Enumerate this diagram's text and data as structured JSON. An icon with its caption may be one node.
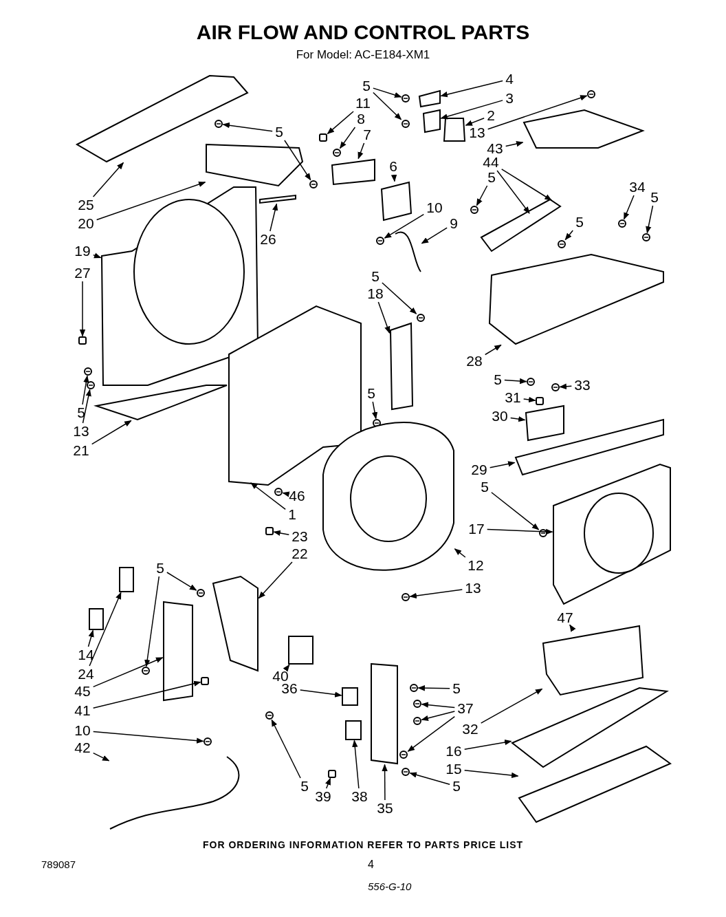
{
  "diagram": {
    "title": "AIR FLOW AND CONTROL PARTS",
    "caption": "For Model: AC-E184-XM1",
    "nodes": [
      {
        "text": [
          "5"
        ]
      },
      {
        "text": [
          "4"
        ]
      },
      {
        "text": [
          "3"
        ]
      },
      {
        "text": [
          "2"
        ]
      },
      {
        "text": [
          "11"
        ]
      },
      {
        "text": [
          "8"
        ]
      },
      {
        "text": [
          "7"
        ]
      },
      {
        "text": [
          "6"
        ]
      },
      {
        "text": [
          "13"
        ]
      },
      {
        "text": [
          "43"
        ]
      },
      {
        "text": [
          "44"
        ]
      },
      {
        "text": [
          "5"
        ]
      },
      {
        "text": [
          "5"
        ]
      },
      {
        "text": [
          "25"
        ]
      },
      {
        "text": [
          "20"
        ]
      },
      {
        "text": [
          "26"
        ]
      },
      {
        "text": [
          "19"
        ]
      },
      {
        "text": [
          "27"
        ]
      },
      {
        "text": [
          "5"
        ]
      },
      {
        "text": [
          "13"
        ]
      },
      {
        "text": [
          "21"
        ]
      },
      {
        "text": [
          "10"
        ]
      },
      {
        "text": [
          "9"
        ]
      },
      {
        "text": [
          "5"
        ]
      },
      {
        "text": [
          "34"
        ]
      },
      {
        "text": [
          "5"
        ]
      },
      {
        "text": [
          "5"
        ]
      },
      {
        "text": [
          "18"
        ]
      },
      {
        "text": [
          "28"
        ]
      },
      {
        "text": [
          "5"
        ]
      },
      {
        "text": [
          "33"
        ]
      },
      {
        "text": [
          "31"
        ]
      },
      {
        "text": [
          "30"
        ]
      },
      {
        "text": [
          "5"
        ]
      },
      {
        "text": [
          "46"
        ]
      },
      {
        "text": [
          "1"
        ]
      },
      {
        "text": [
          "23"
        ]
      },
      {
        "text": [
          "22"
        ]
      },
      {
        "text": [
          "29"
        ]
      },
      {
        "text": [
          "5"
        ]
      },
      {
        "text": [
          "17"
        ]
      },
      {
        "text": [
          "12"
        ]
      },
      {
        "text": [
          "13"
        ]
      },
      {
        "text": [
          "47"
        ]
      },
      {
        "text": [
          "5"
        ]
      },
      {
        "text": [
          "14"
        ]
      },
      {
        "text": [
          "24"
        ]
      },
      {
        "text": [
          "45"
        ]
      },
      {
        "text": [
          "41"
        ]
      },
      {
        "text": [
          "10"
        ]
      },
      {
        "text": [
          "42"
        ]
      },
      {
        "text": [
          "40"
        ]
      },
      {
        "text": [
          "36"
        ]
      },
      {
        "text": [
          "5"
        ]
      },
      {
        "text": [
          "37"
        ]
      },
      {
        "text": [
          "32"
        ]
      },
      {
        "text": [
          "16"
        ]
      },
      {
        "text": [
          "15"
        ]
      },
      {
        "text": [
          "5"
        ]
      },
      {
        "text": [
          "5"
        ]
      },
      {
        "text": [
          "39"
        ]
      },
      {
        "text": [
          "38"
        ]
      },
      {
        "text": [
          "35"
        ]
      },
      {
        "text": [],
        "shape": "circle"
      },
      {
        "text": [],
        "shape": "circle"
      },
      {
        "text": [],
        "shape": "box"
      },
      {
        "text": [],
        "shape": "box"
      },
      {
        "text": [],
        "shape": "box"
      },
      {
        "text": [],
        "shape": "box"
      },
      {
        "text": [],
        "shape": "circle"
      },
      {
        "text": [],
        "shape": "box"
      },
      {
        "text": [],
        "shape": "box"
      },
      {
        "text": [],
        "shape": "circle"
      },
      {
        "text": [],
        "shape": "box"
      },
      {
        "text": [],
        "shape": "box"
      },
      {
        "text": [],
        "shape": "circle"
      },
      {
        "text": [],
        "shape": "circle"
      },
      {
        "text": [],
        "shape": "circle"
      },
      {
        "text": [],
        "shape": "box"
      },
      {
        "text": [],
        "shape": "box"
      },
      {
        "text": [],
        "shape": "box"
      },
      {
        "text": [],
        "shape": "picture"
      },
      {
        "text": [],
        "shape": "box"
      },
      {
        "text": [],
        "shape": "circle"
      },
      {
        "text": [],
        "shape": "circle"
      },
      {
        "text": [],
        "shape": "box"
      },
      {
        "text": [],
        "shape": "circle"
      },
      {
        "text": [],
        "shape": "picture"
      },
      {
        "text": [],
        "shape": "circle"
      },
      {
        "text": [],
        "shape": "circle"
      },
      {
        "text": [],
        "shape": "circle"
      },
      {
        "text": [],
        "shape": "circle"
      },
      {
        "text": [],
        "shape": "box"
      },
      {
        "text": [],
        "shape": "box"
      },
      {
        "text": [],
        "shape": "circle"
      },
      {
        "text": [],
        "shape": "circle"
      },
      {
        "text": [],
        "shape": "box"
      },
      {
        "text": [],
        "shape": "box"
      },
      {
        "text": [],
        "shape": "circle"
      },
      {
        "text": [],
        "shape": "circle"
      },
      {
        "text": [],
        "shape": "box"
      },
      {
        "text": [],
        "shape": "box"
      },
      {
        "text": [],
        "shape": "box"
      },
      {
        "text": [],
        "shape": "box"
      },
      {
        "text": [],
        "shape": "circle"
      },
      {
        "text": [],
        "shape": "picture"
      },
      {
        "text": [],
        "shape": "picture"
      },
      {
        "text": [],
        "shape": "circle"
      },
      {
        "text": [],
        "shape": "box"
      },
      {
        "text": [],
        "shape": "circle"
      },
      {
        "text": [],
        "shape": "circle"
      },
      {
        "text": [],
        "shape": "box"
      },
      {
        "text": [],
        "shape": "box"
      },
      {
        "text": [],
        "shape": "box"
      },
      {
        "text": [],
        "shape": "box"
      },
      {
        "text": [],
        "shape": "circle"
      },
      {
        "text": [],
        "shape": "picture"
      },
      {
        "text": [],
        "shape": "box"
      },
      {
        "text": [],
        "shape": "box"
      },
      {
        "text": [],
        "shape": "circle"
      },
      {
        "text": [],
        "shape": "circle"
      },
      {
        "text": [],
        "shape": "circle"
      },
      {
        "text": [],
        "shape": "circle"
      },
      {
        "text": [],
        "shape": "box"
      },
      {
        "text": [],
        "shape": "box"
      },
      {
        "text": [],
        "shape": "circle"
      },
      {
        "text": [],
        "shape": "circle"
      },
      {
        "text": [],
        "shape": "box"
      },
      {
        "text": [],
        "shape": "box"
      },
      {
        "text": [],
        "shape": "box"
      }
    ],
    "edges": [
      {
        "from": 0,
        "to": 63,
        "arrow": "to"
      },
      {
        "from": 0,
        "to": 64,
        "arrow": "to"
      },
      {
        "from": 1,
        "to": 65,
        "arrow": "to"
      },
      {
        "from": 2,
        "to": 66,
        "arrow": "to"
      },
      {
        "from": 3,
        "to": 67,
        "arrow": "to"
      },
      {
        "from": 4,
        "to": 68,
        "arrow": "to"
      },
      {
        "from": 5,
        "to": 69,
        "arrow": "to"
      },
      {
        "from": 6,
        "to": 70,
        "arrow": "to"
      },
      {
        "from": 7,
        "to": 71,
        "arrow": "to"
      },
      {
        "from": 8,
        "to": 72,
        "arrow": "to"
      },
      {
        "from": 9,
        "to": 73,
        "arrow": "to"
      },
      {
        "from": 10,
        "to": 74,
        "arrow": "to"
      },
      {
        "from": 10,
        "to": 74,
        "arrow": "to"
      },
      {
        "from": 11,
        "to": 75,
        "arrow": "to"
      },
      {
        "from": 12,
        "to": 76,
        "arrow": "to"
      },
      {
        "from": 12,
        "to": 77,
        "arrow": "to"
      },
      {
        "from": 13,
        "to": 78,
        "arrow": "to"
      },
      {
        "from": 14,
        "to": 79,
        "arrow": "to"
      },
      {
        "from": 15,
        "to": 80,
        "arrow": "to"
      },
      {
        "from": 16,
        "to": 81,
        "arrow": "to"
      },
      {
        "from": 17,
        "to": 82,
        "arrow": "to"
      },
      {
        "from": 18,
        "to": 83,
        "arrow": "to"
      },
      {
        "from": 19,
        "to": 84,
        "arrow": "to"
      },
      {
        "from": 20,
        "to": 85,
        "arrow": "to"
      },
      {
        "from": 21,
        "to": 86,
        "arrow": "to"
      },
      {
        "from": 22,
        "to": 87,
        "arrow": "to"
      },
      {
        "from": 23,
        "to": 88,
        "arrow": "to"
      },
      {
        "from": 24,
        "to": 89,
        "arrow": "to"
      },
      {
        "from": 25,
        "to": 90,
        "arrow": "to"
      },
      {
        "from": 26,
        "to": 91,
        "arrow": "to"
      },
      {
        "from": 27,
        "to": 92,
        "arrow": "to"
      },
      {
        "from": 28,
        "to": 93,
        "arrow": "to"
      },
      {
        "from": 29,
        "to": 94,
        "arrow": "to"
      },
      {
        "from": 30,
        "to": 95,
        "arrow": "to"
      },
      {
        "from": 31,
        "to": 96,
        "arrow": "to"
      },
      {
        "from": 32,
        "to": 97,
        "arrow": "to"
      },
      {
        "from": 33,
        "to": 98,
        "arrow": "to"
      },
      {
        "from": 34,
        "to": 99,
        "arrow": "to"
      },
      {
        "from": 35,
        "to": 100,
        "arrow": "to"
      },
      {
        "from": 36,
        "to": 101,
        "arrow": "to"
      },
      {
        "from": 37,
        "to": 102,
        "arrow": "to"
      },
      {
        "from": 38,
        "to": 103,
        "arrow": "to"
      },
      {
        "from": 39,
        "to": 104,
        "arrow": "to"
      },
      {
        "from": 40,
        "to": 105,
        "arrow": "to"
      },
      {
        "from": 41,
        "to": 106,
        "arrow": "to"
      },
      {
        "from": 42,
        "to": 107,
        "arrow": "to"
      },
      {
        "from": 43,
        "to": 108,
        "arrow": "to"
      },
      {
        "from": 44,
        "to": 109,
        "arrow": "to"
      },
      {
        "from": 44,
        "to": 110,
        "arrow": "to"
      },
      {
        "from": 45,
        "to": 111,
        "arrow": "to"
      },
      {
        "from": 46,
        "to": 112,
        "arrow": "to"
      },
      {
        "from": 47,
        "to": 113,
        "arrow": "to"
      },
      {
        "from": 48,
        "to": 114,
        "arrow": "to"
      },
      {
        "from": 49,
        "to": 115,
        "arrow": "to"
      },
      {
        "from": 50,
        "to": 116,
        "arrow": "to"
      },
      {
        "from": 51,
        "to": 117,
        "arrow": "to"
      },
      {
        "from": 52,
        "to": 118,
        "arrow": "to"
      },
      {
        "from": 53,
        "to": 119,
        "arrow": "to"
      },
      {
        "from": 54,
        "to": 120,
        "arrow": "to"
      },
      {
        "from": 54,
        "to": 121,
        "arrow": "to"
      },
      {
        "from": 54,
        "to": 122,
        "arrow": "to"
      },
      {
        "from": 55,
        "to": 108,
        "arrow": "to"
      },
      {
        "from": 56,
        "to": 123,
        "arrow": "to"
      },
      {
        "from": 57,
        "to": 124,
        "arrow": "to"
      },
      {
        "from": 58,
        "to": 125,
        "arrow": "to"
      },
      {
        "from": 59,
        "to": 126,
        "arrow": "to"
      },
      {
        "from": 60,
        "to": 127,
        "arrow": "to"
      },
      {
        "from": 61,
        "to": 128,
        "arrow": "to"
      },
      {
        "from": 62,
        "to": 129,
        "arrow": "to"
      }
    ],
    "labels": [
      "FOR ORDERING INFORMATION REFER TO PARTS PRICE LIST",
      "789087",
      "4",
      "556-G-10"
    ]
  }
}
